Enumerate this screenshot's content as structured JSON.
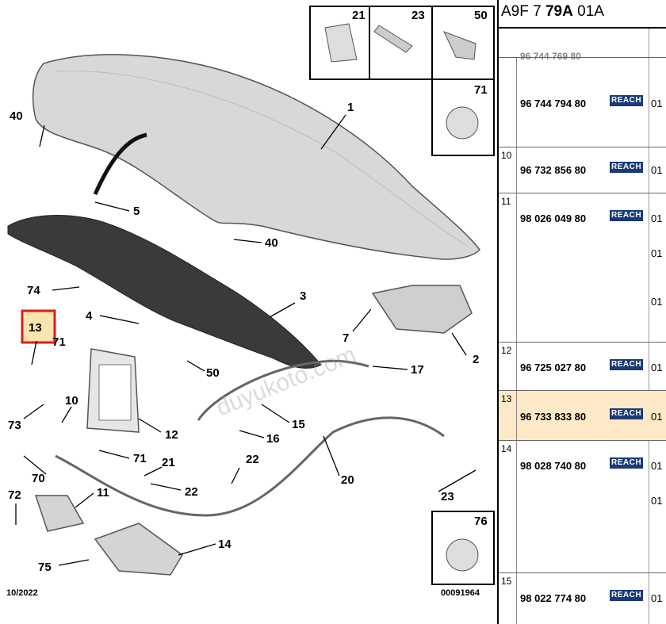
{
  "header": {
    "code_parts": [
      "A9F 7 ",
      "79A",
      " 01A"
    ]
  },
  "watermark": "duyukoto.com",
  "diagram": {
    "date": "10/2022",
    "ref": "00091964",
    "inset_labels": [
      "21",
      "23",
      "50",
      "71",
      "76"
    ],
    "callouts": [
      "1",
      "2",
      "3",
      "4",
      "5",
      "7",
      "10",
      "11",
      "12",
      "13",
      "14",
      "15",
      "16",
      "17",
      "20",
      "21",
      "22",
      "22",
      "23",
      "40",
      "40",
      "50",
      "70",
      "71",
      "71",
      "72",
      "73",
      "74",
      "75"
    ]
  },
  "table": {
    "cropped_top": "96 744 769 80",
    "badge": "REACH",
    "rows": [
      {
        "index": "",
        "part_number": "96 744 794 80",
        "qty": [
          "01"
        ],
        "selected": false
      },
      {
        "index": "10",
        "part_number": "96 732 856 80",
        "qty": [
          "01"
        ],
        "selected": false
      },
      {
        "index": "11",
        "part_number": "98 026 049 80",
        "qty": [
          "01",
          "01",
          "01"
        ],
        "selected": false
      },
      {
        "index": "12",
        "part_number": "96 725 027 80",
        "qty": [
          "01"
        ],
        "selected": false
      },
      {
        "index": "13",
        "part_number": "96 733 833 80",
        "qty": [
          "01"
        ],
        "selected": true
      },
      {
        "index": "14",
        "part_number": "98 028 740 80",
        "qty": [
          "01",
          "01"
        ],
        "selected": false
      },
      {
        "index": "15",
        "part_number": "98 022 774 80",
        "qty": [
          "01"
        ],
        "selected": false
      }
    ]
  }
}
